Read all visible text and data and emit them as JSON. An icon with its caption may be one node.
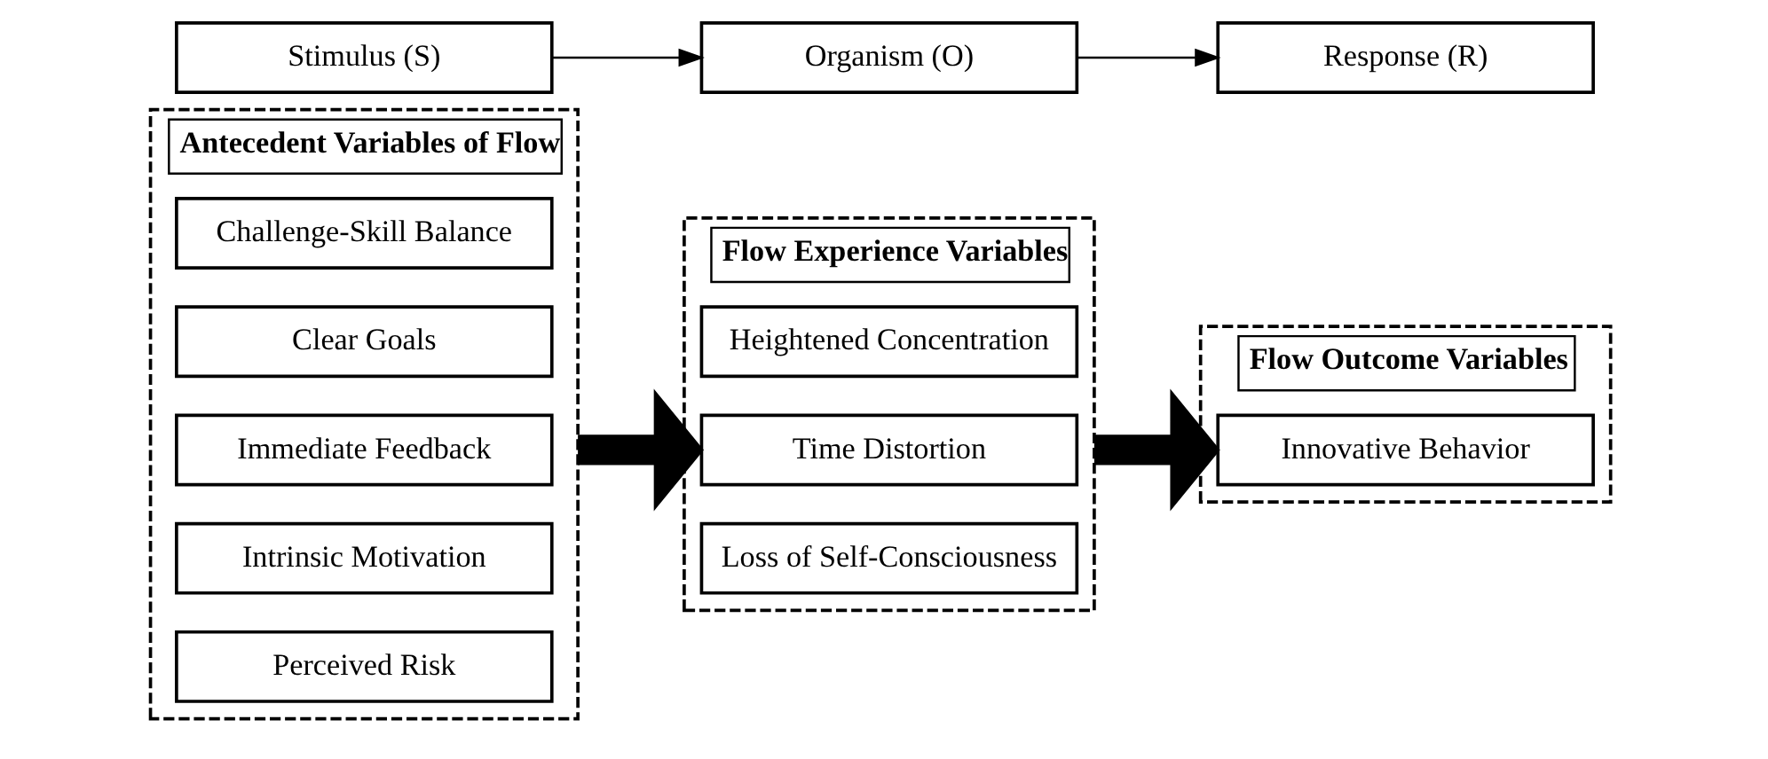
{
  "diagram": {
    "nodes": [
      {
        "text": [
          "Antecedent Variables of Flow"
        ]
      },
      {
        "text": [
          "Challenge-Skill Balance"
        ],
        "in": 0
      },
      {
        "text": [
          "Clear Goals"
        ],
        "in": 0
      },
      {
        "text": [
          "Immediate Feedback"
        ],
        "in": 0
      },
      {
        "text": [
          "Intrinsic Motivation"
        ],
        "in": 0
      },
      {
        "text": [
          "Perceived Risk"
        ],
        "in": 0
      },
      {
        "text": [
          "Flow Experience Variables"
        ]
      },
      {
        "text": [
          "Heightened Concentration"
        ],
        "in": 6
      },
      {
        "text": [
          "Time Distortion"
        ],
        "in": 6
      },
      {
        "text": [
          "Loss of Self-Consciousness"
        ],
        "in": 6
      },
      {
        "text": [
          "Flow Outcome Variables"
        ]
      },
      {
        "text": [
          "Innovative Behavior"
        ],
        "in": 10
      },
      {
        "text": [
          "Stimulus (S)"
        ]
      },
      {
        "text": [
          "Organism (O)"
        ]
      },
      {
        "text": [
          "Response (R)"
        ]
      }
    ],
    "edges": [
      {
        "from": 0,
        "to": 6,
        "arrow": "to",
        "style": "thick"
      },
      {
        "from": 6,
        "to": 10,
        "arrow": "to",
        "style": "thick"
      },
      {
        "from": 12,
        "to": 13,
        "arrow": "to"
      },
      {
        "from": 13,
        "to": 14,
        "arrow": "to"
      }
    ]
  }
}
